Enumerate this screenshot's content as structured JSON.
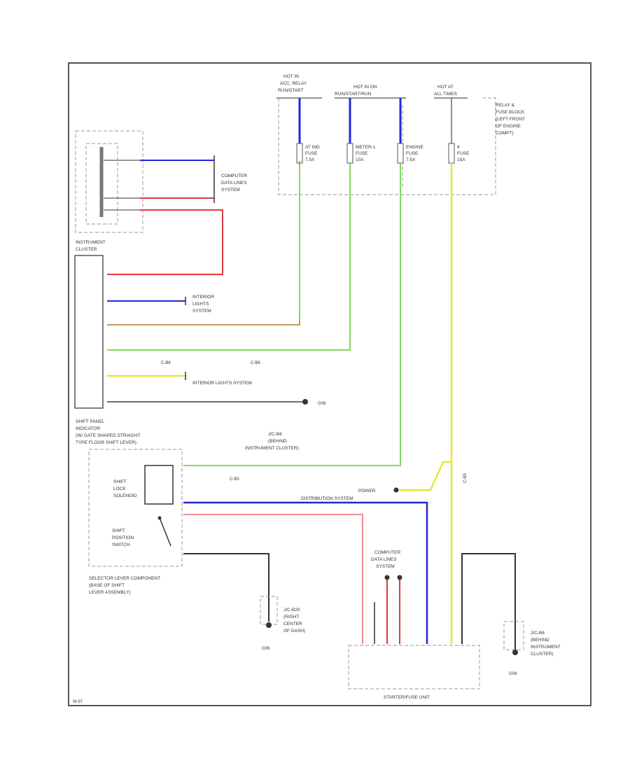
{
  "diagram": {
    "fuse_box": {
      "hot_acc": [
        "HOT IN",
        "ACC, RELAY",
        "RUN/START"
      ],
      "hot_run": [
        "HOT IN ON",
        "RUN/START/RUN"
      ],
      "hot_always": [
        "HOT AT",
        "ALL TIMES"
      ],
      "relay_block": [
        "RELAY &",
        "FUSE BLOCK",
        "(LEFT FRONT",
        "OF ENGINE",
        "COMPT)"
      ],
      "fuses": [
        [
          "AT IND",
          "FUSE",
          "7.5A"
        ],
        [
          "METER-1",
          "FUSE",
          "10A"
        ],
        [
          "ENGINE",
          "FUSE",
          "7.5A"
        ],
        [
          "4",
          "FUSE",
          "15A"
        ]
      ]
    },
    "labels": {
      "computer_data_lines_1": [
        "COMPUTER",
        "DATA LINES",
        "SYSTEM"
      ],
      "instrument_cluster": [
        "INSTRUMENT",
        "CLUSTER"
      ],
      "interior_lights": [
        "INTERIOR",
        "LIGHTS",
        "SYSTEM"
      ],
      "interior_lights_system": "INTERIOR LIGHTS SYSTEM",
      "shift_panel": [
        "SHIFT PANEL",
        "INDICATOR",
        "(W/ GATE SHAPED STRAIGHT",
        "TYPE FLOOR SHIFT LEVER)"
      ],
      "shift_lock_solenoid": [
        "SHIFT",
        "LOCK",
        "SOLENOID"
      ],
      "shift_position_switch": [
        "SHIFT",
        "POSITION",
        "SWITCH"
      ],
      "selector_lever": [
        "SELECTOR LEVER COMPONENT",
        "(BASE OF SHIFT",
        "LEVER ASSEMBLY)"
      ],
      "ground_cluster": [
        "J/C-B6",
        "(BEHIND",
        "INSTRUMENT CLUSTER)"
      ],
      "ground_center": [
        "J/C-B20",
        "(RIGHT",
        "CENTER",
        "OF DASH)"
      ],
      "ground_cluster_2": [
        "J/C-B6",
        "(BEHIND",
        "INSTRUMENT",
        "CLUSTER)"
      ],
      "power": "POWER",
      "distribution": "DISTRIBUTION SYSTEM",
      "computer_data_lines_2": [
        "COMPUTER",
        "DATA LINES",
        "SYSTEM"
      ],
      "control_unit": "STARTER/FUSE UNIT",
      "ground_ids": [
        "G08",
        "G06",
        "G08"
      ],
      "connector_ids": [
        "C-B8",
        "C-B8",
        "C-B3",
        "C-B5"
      ],
      "footer_code": "W-97"
    },
    "wire_colors": {
      "blue": "#2626d9",
      "red": "#e03a3a",
      "green": "#7edc5c",
      "tan": "#c49a5c",
      "yellow": "#e6e63a",
      "gray": "#6e6e6e",
      "pink": "#f08c8c"
    }
  }
}
